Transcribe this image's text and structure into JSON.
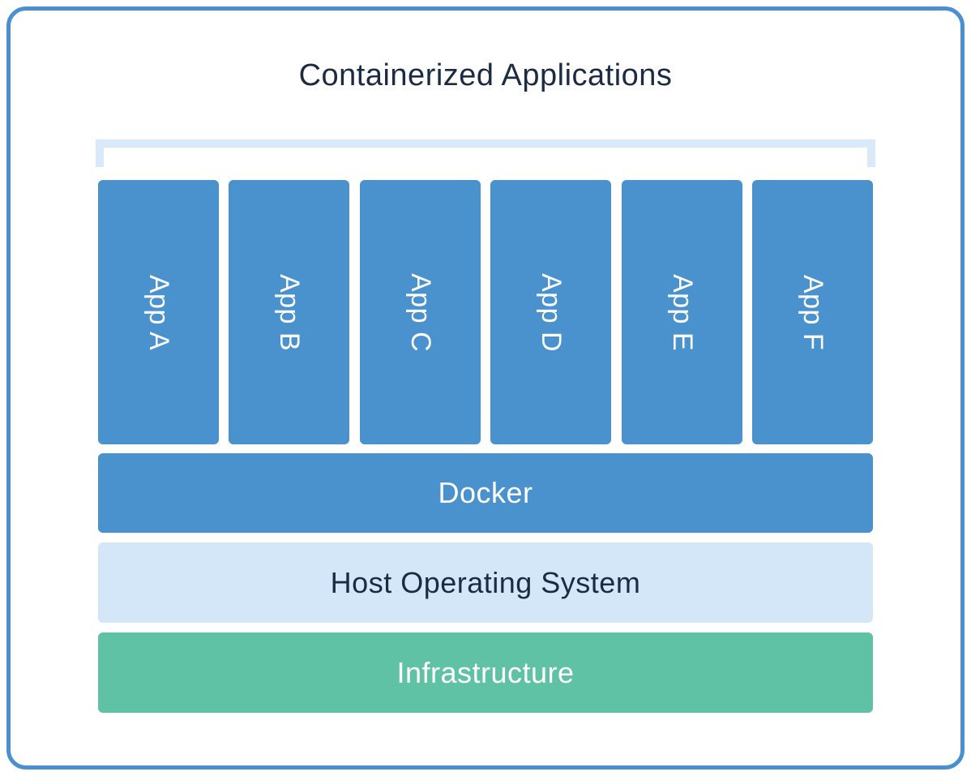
{
  "diagram": {
    "title": "Containerized Applications",
    "apps": [
      "App A",
      "App B",
      "App C",
      "App D",
      "App E",
      "App F"
    ],
    "layers": {
      "docker": "Docker",
      "host_os": "Host Operating System",
      "infrastructure": "Infrastructure"
    },
    "colors": {
      "primary-blue": "#4A92CE",
      "light-blue": "#D3E7F8",
      "green": "#60C2A5",
      "navy": "#1A2B42",
      "white": "#FFFFFF",
      "frame-border": "#4A90D0",
      "bracket": "#D8E9F9"
    }
  }
}
